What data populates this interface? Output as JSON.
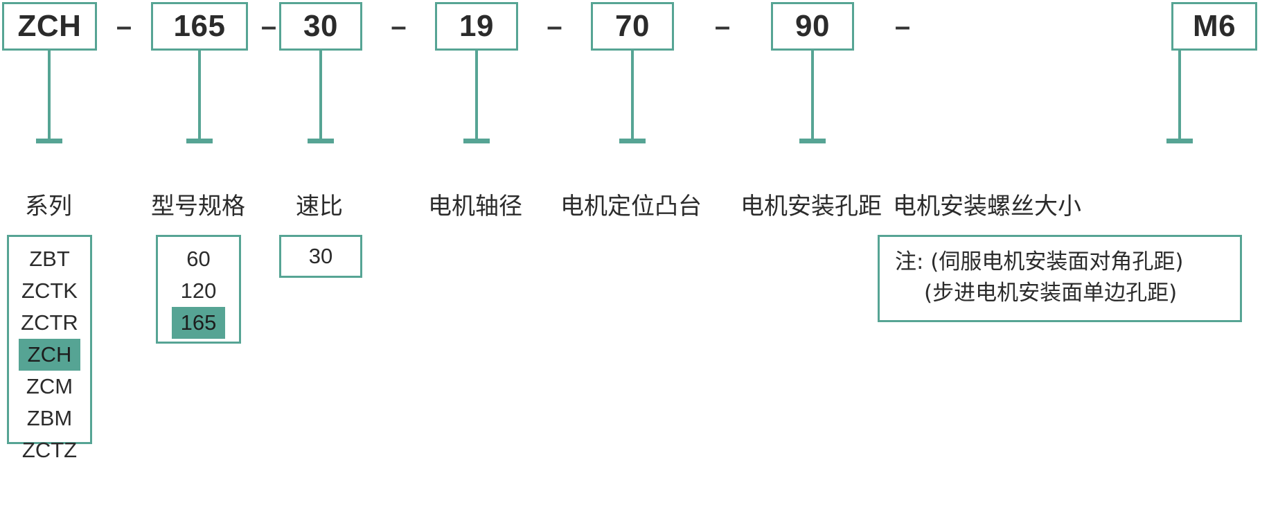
{
  "model_code": {
    "separator": "–",
    "segments": [
      {
        "value": "ZCH",
        "label": "系列"
      },
      {
        "value": "165",
        "label": "型号规格"
      },
      {
        "value": "30",
        "label": "速比"
      },
      {
        "value": "19",
        "label": "电机轴径"
      },
      {
        "value": "70",
        "label": "电机定位凸台"
      },
      {
        "value": "90",
        "label": "电机安装孔距"
      },
      {
        "value": "M6",
        "label": "电机安装螺丝大小"
      }
    ]
  },
  "option_lists": {
    "series": {
      "items": [
        "ZBT",
        "ZCTK",
        "ZCTR",
        "ZCH",
        "ZCM",
        "ZBM",
        "ZCTZ"
      ],
      "selected": "ZCH"
    },
    "model_spec": {
      "items": [
        "60",
        "120",
        "165"
      ],
      "selected": "165"
    },
    "ratio": {
      "items": [
        "30"
      ],
      "selected": null
    }
  },
  "note": {
    "line1": "注: (伺服电机安装面对角孔距)",
    "line2": "(步进电机安装面单边孔距)"
  },
  "colors": {
    "accent": "#56a494",
    "text": "#2b2b2b",
    "background": "#ffffff"
  }
}
